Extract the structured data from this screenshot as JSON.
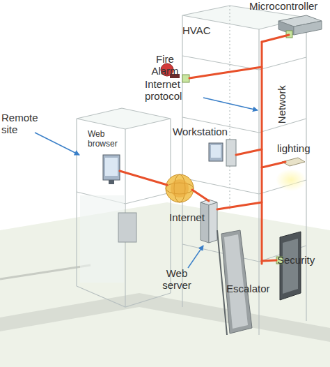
{
  "diagram": {
    "labels": [
      "Microcontroller",
      "HVAC",
      "Fire Alarm",
      "Internet protocol",
      "Network",
      "Remote site",
      "Web browser",
      "Workstation",
      "lighting",
      "Internet",
      "Web server",
      "Security",
      "Escalator"
    ]
  }
}
